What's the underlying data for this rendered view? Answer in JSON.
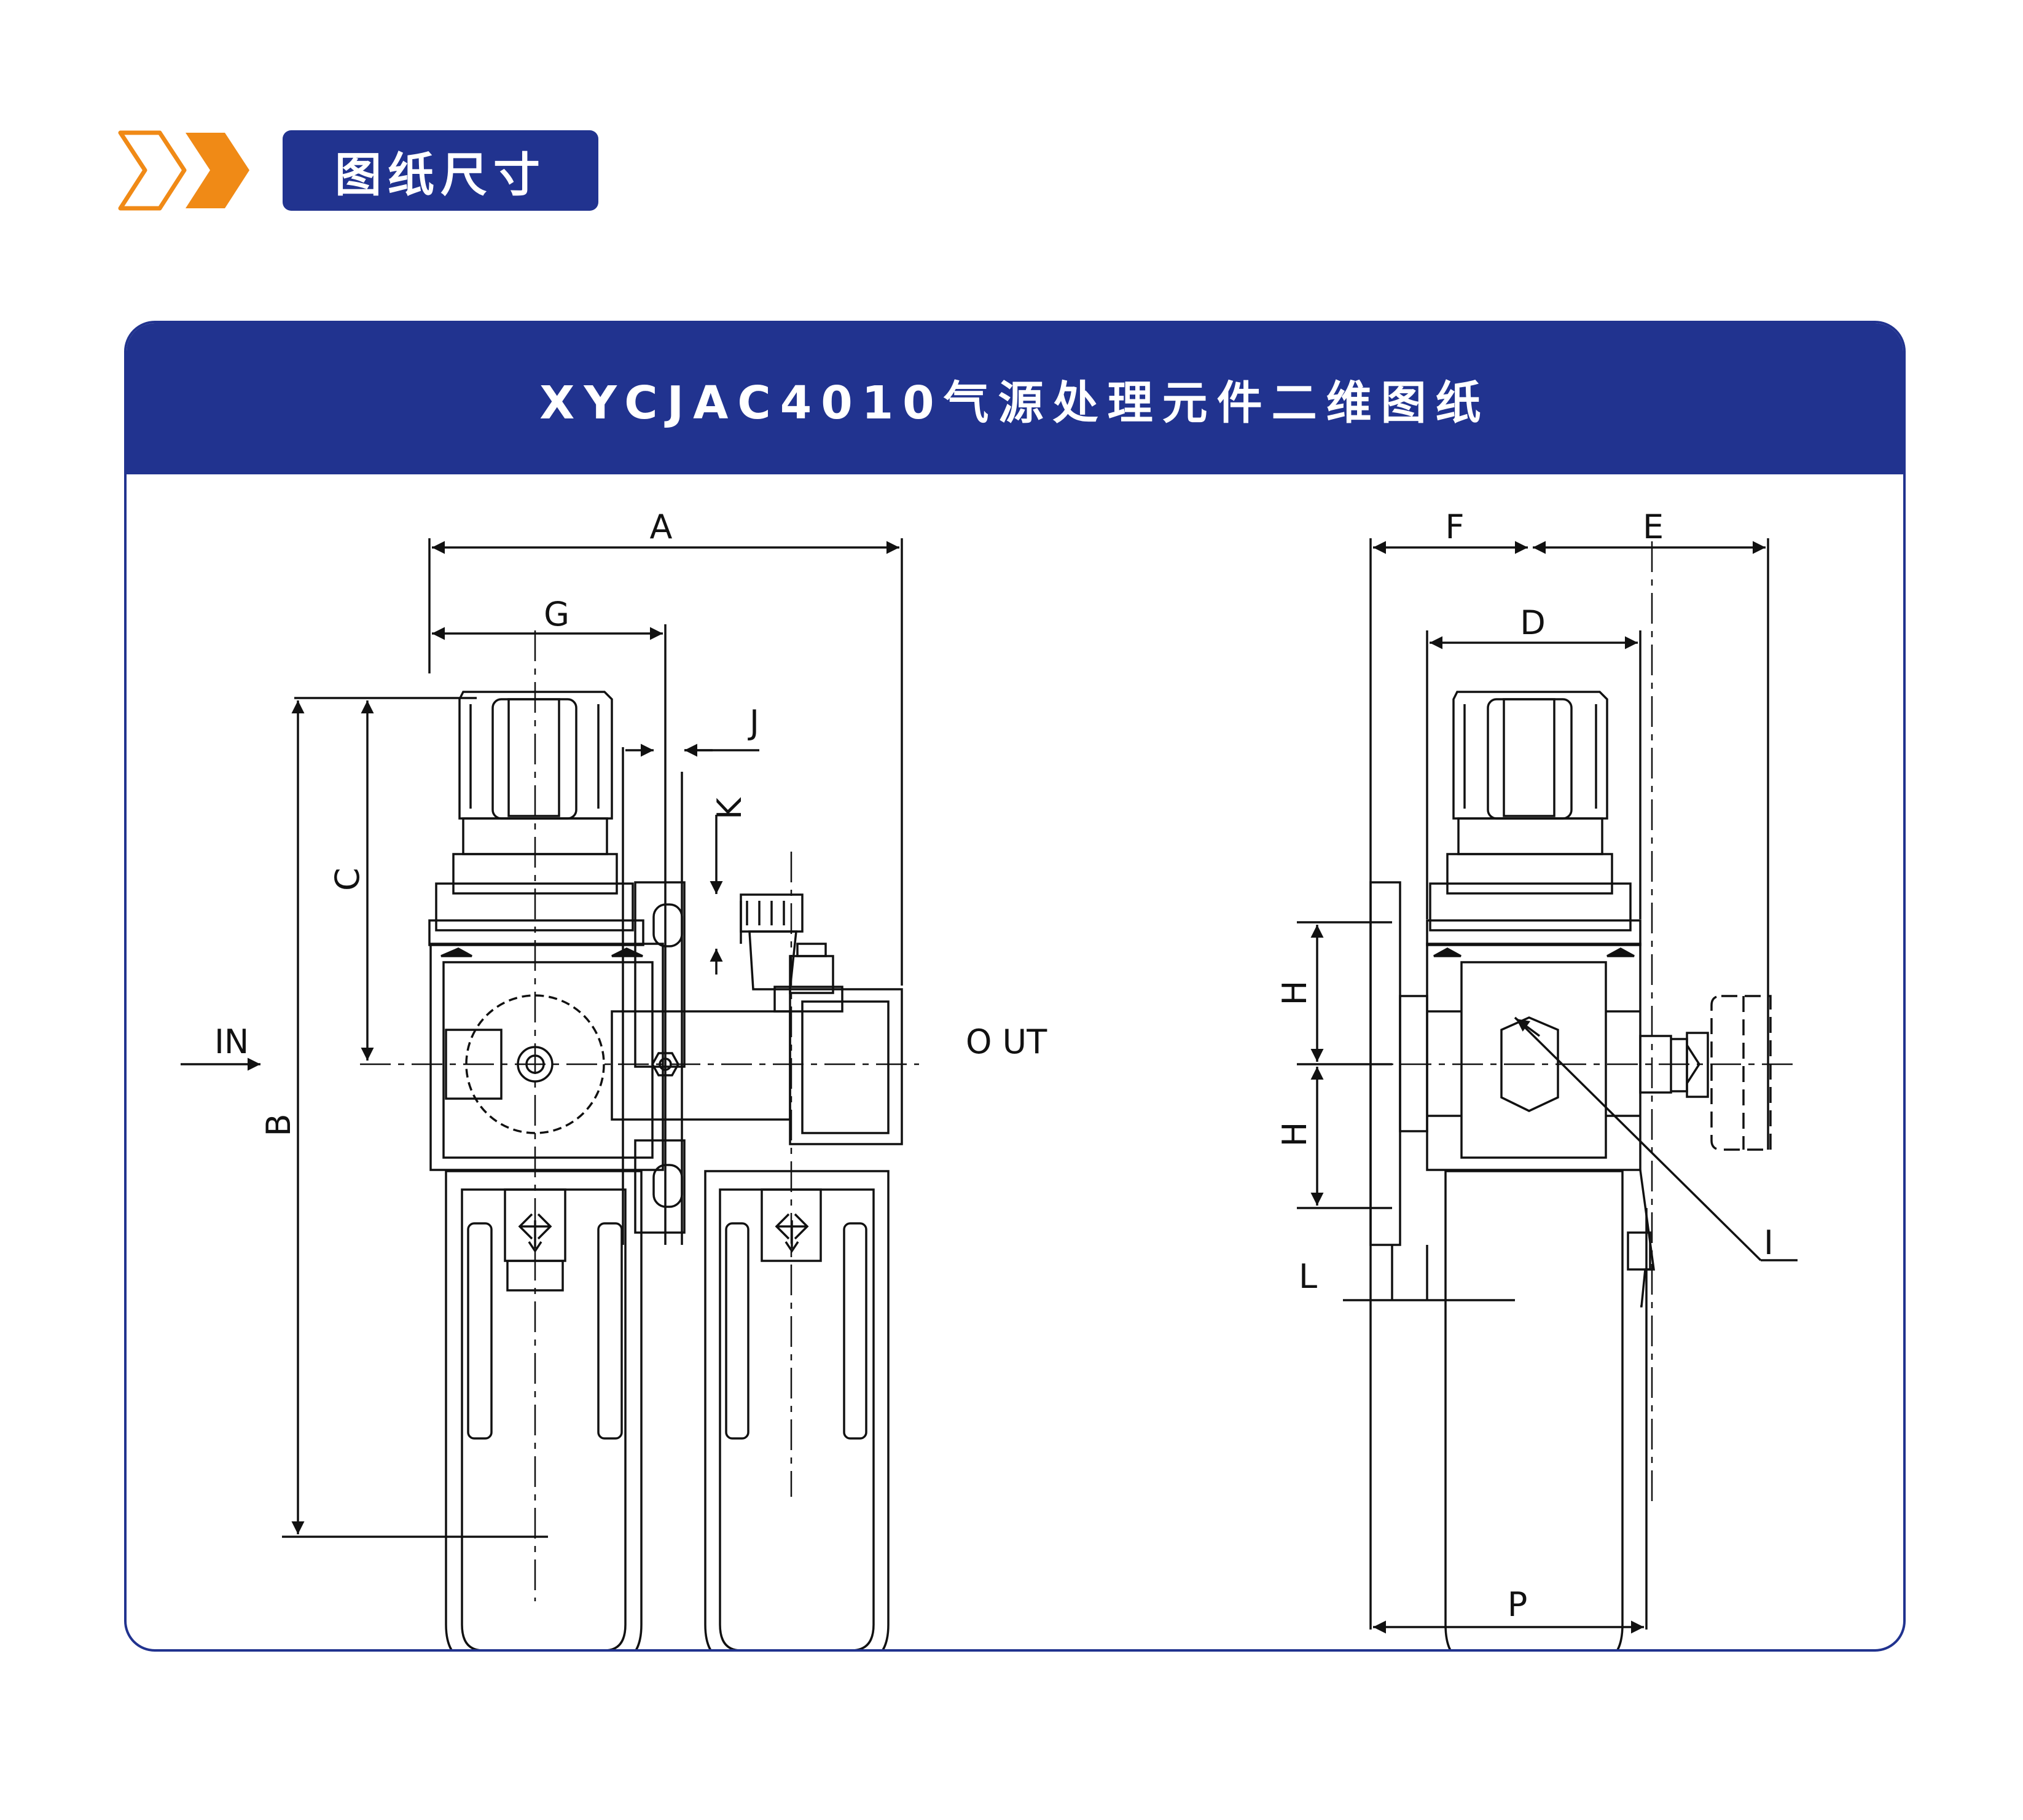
{
  "section": {
    "title": "图纸尺寸"
  },
  "card": {
    "title": "XYCJAC4010气源处理元件二维图纸"
  },
  "colors": {
    "brand_blue": "#21338f",
    "accent_orange": "#f08a16"
  },
  "icons": {
    "chevrons": "double-chevron-right-icon"
  },
  "drawing": {
    "front_view": {
      "dimensions": {
        "A": "A",
        "G": "G",
        "J": "J",
        "K": "K",
        "C": "C",
        "B": "B"
      },
      "ports": {
        "in": "IN",
        "out": "O UT"
      }
    },
    "side_view": {
      "dimensions": {
        "F": "F",
        "E": "E",
        "D": "D",
        "H1": "H",
        "H2": "H",
        "L": "L",
        "I": "I",
        "P": "P"
      }
    }
  }
}
